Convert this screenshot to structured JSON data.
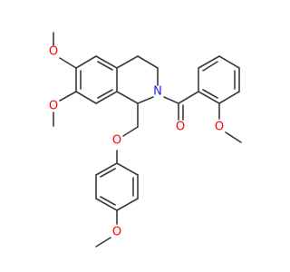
{
  "molecule": {
    "atoms": {
      "o1": "O",
      "o2": "O",
      "o3": "O",
      "o4": "O",
      "o5": "O",
      "o6": "O",
      "n1": "N"
    },
    "colors": {
      "bond": "#3a3a3a",
      "oxygen": "#ff0000",
      "nitrogen": "#2020ff"
    }
  }
}
